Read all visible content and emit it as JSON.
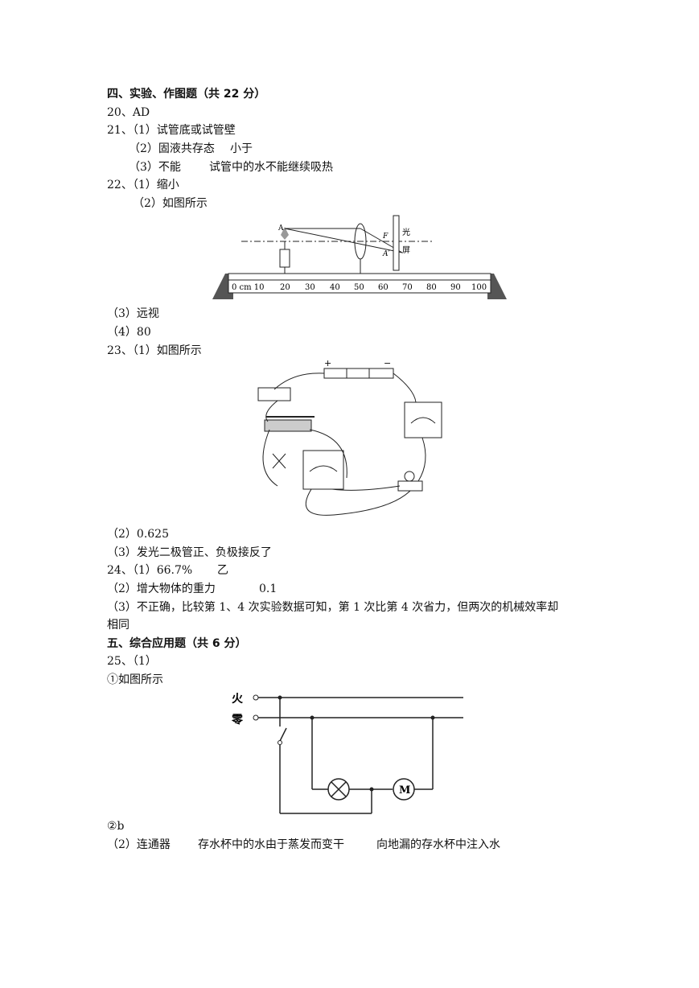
{
  "sec4": {
    "title": "四、实验、作图题（共 22 分）"
  },
  "q20": "20、AD",
  "q21": {
    "p1": "21、（1）试管底或试管壁",
    "p2a": "（2）固液共存态",
    "p2b": "小于",
    "p3a": "（3）不能",
    "p3b": "试管中的水不能继续吸热"
  },
  "q22": {
    "p1": "22、（1）缩小",
    "p2": "（2）如图所示",
    "p3": "（3）远视",
    "p4": "（4）80",
    "fig": {
      "label_A": "A",
      "label_F": "F",
      "label_A2": "A′",
      "screen1": "光",
      "screen2": "屏",
      "ticks": [
        "0 cm 10",
        "20",
        "30",
        "40",
        "50",
        "60",
        "70",
        "80",
        "90",
        "100"
      ]
    }
  },
  "q23": {
    "p1": "23、（1）如图所示",
    "p2": "（2）0.625",
    "p3": "（3）发光二极管正、负极接反了",
    "fig": {
      "plus": "+",
      "minus": "−"
    }
  },
  "q24": {
    "p1a": "24、（1）66.7%",
    "p1b": "乙",
    "p2a": "（2）增大物体的重力",
    "p2b": "0.1",
    "p3": "（3）不正确，比较第 1、4 次实验数据可知，第 1 次比第 4 次省力，但两次的机械效率却",
    "p3b": "相同"
  },
  "sec5": {
    "title": "五、综合应用题（共 6 分）"
  },
  "q25": {
    "p1": "25、（1）",
    "p1a": "①如图所示",
    "fig": {
      "live": "火",
      "neutral": "零",
      "motor": "M"
    },
    "p1b": "②b",
    "p2a": "（2）连通器",
    "p2b": "存水杯中的水由于蒸发而变干",
    "p2c": "向地漏的存水杯中注入水"
  }
}
